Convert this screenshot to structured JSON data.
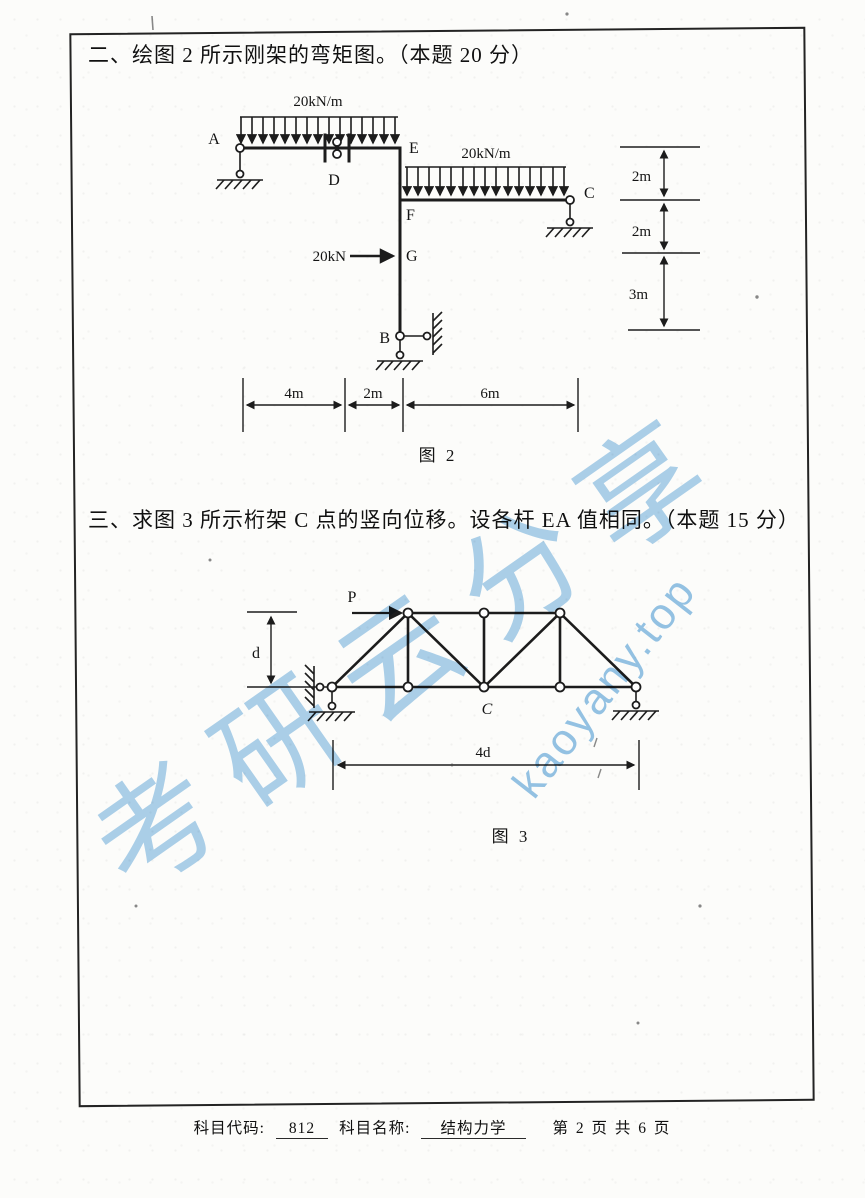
{
  "problem2": {
    "title": "二、绘图 2 所示刚架的弯矩图。（本题 20 分）",
    "figure_caption": "图 2",
    "loads": {
      "udl_top": "20kN/m",
      "udl_right": "20kN/m",
      "point": "20kN"
    },
    "nodes": {
      "A": "A",
      "B": "B",
      "C": "C",
      "D": "D",
      "E": "E",
      "F": "F",
      "G": "G"
    },
    "dims": {
      "h1": "4m",
      "h2": "2m",
      "h3": "6m",
      "v1": "2m",
      "v2": "2m",
      "v3": "3m"
    }
  },
  "problem3": {
    "title": "三、求图 3 所示桁架 C 点的竖向位移。设各杆 EA 值相同。（本题 15 分）",
    "figure_caption": "图 3",
    "loads": {
      "point": "P"
    },
    "nodes": {
      "C": "C"
    },
    "dims": {
      "height": "d",
      "span": "4d"
    }
  },
  "watermark": {
    "text_cn": "考研云分享",
    "text_en": "kaoyany.top"
  },
  "footer": {
    "subject_code_label": "科目代码:",
    "subject_code": "812",
    "subject_name_label": "科目名称:",
    "subject_name": "结构力学",
    "page_info": "第 2 页 共 6 页"
  }
}
